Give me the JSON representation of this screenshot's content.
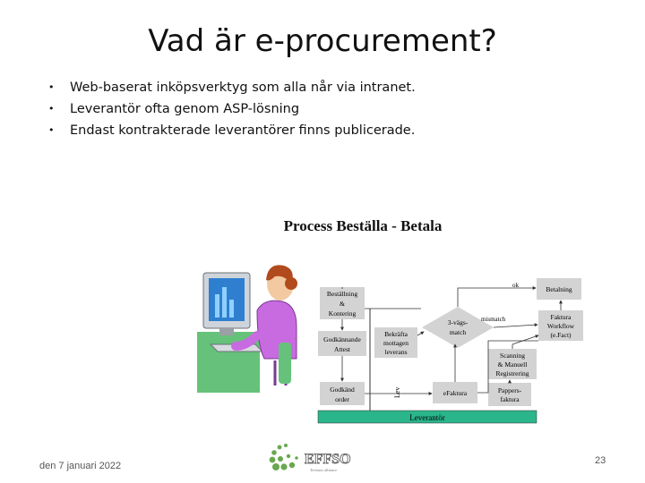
{
  "slide": {
    "title": "Vad är e-procurement?",
    "bullets": [
      "Web-baserat inköpsverktyg som alla når via intranet.",
      "Leverantör ofta genom ASP-lösning",
      "Endast kontrakterade leverantörer finns publicerade."
    ],
    "date": "den 7 januari 2022",
    "page_number": "23"
  },
  "diagram": {
    "title": "Process Beställa - Betala",
    "boxes": {
      "bestallning": [
        "Beställning",
        "&",
        "Kontering"
      ],
      "godkannande": [
        "Godkännande",
        "Attest"
      ],
      "godkand_order": [
        "Godkänd",
        "order"
      ],
      "bekrafta": [
        "Bekräfta",
        "mottagen",
        "leverans"
      ],
      "vagsmatch": [
        "3-vägs-",
        "match"
      ],
      "betalning": [
        "Betalning"
      ],
      "faktura_workflow": [
        "Faktura",
        "Workflow",
        "(e.Fact)"
      ],
      "scanning": [
        "Scanning",
        "& Manuell",
        "Registrering"
      ],
      "pappersfaktura": [
        "Pappers-",
        "faktura"
      ],
      "efaktura": [
        "eFaktura"
      ]
    },
    "labels": {
      "ok": "ok",
      "mismatch": "mismatch",
      "lev": "Lev",
      "leverantor": "Leverantör"
    }
  },
  "logo": {
    "text": "EFFSO",
    "tagline": "Technos alliance"
  },
  "colors": {
    "box_fill": "#d3d3d3",
    "supplier_bar": "#2bb58a",
    "logo_green": "#6aa84f"
  }
}
